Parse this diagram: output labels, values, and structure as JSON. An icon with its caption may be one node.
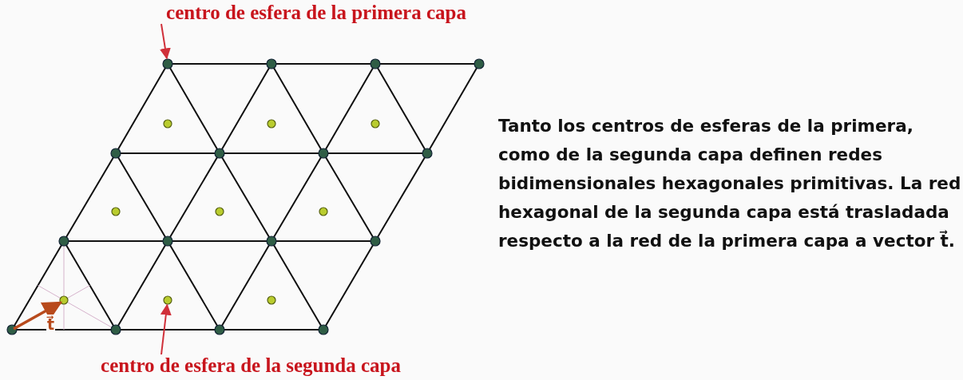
{
  "diagram": {
    "nodes": [
      {
        "text": [
          "centro de esfera de la primera capa"
        ]
      },
      {
        "text": [],
        "shape": "circle"
      },
      {
        "text": [
          "centro de esfera de la segunda capa"
        ]
      },
      {
        "text": [],
        "shape": "circle"
      }
    ],
    "edges": [
      {
        "from": 0,
        "to": 1,
        "arrow": "to"
      },
      {
        "from": 2,
        "to": 3,
        "arrow": "to"
      }
    ],
    "labels": [
      "t⃗",
      "Tanto los centros de esferas de la primera, como de la segunda capa definen redes bidimensionales hexagonales primitivas. La red hexagonal de la segunda capa está trasladada respecto a la red de la primera capa a vector t⃗."
    ]
  }
}
